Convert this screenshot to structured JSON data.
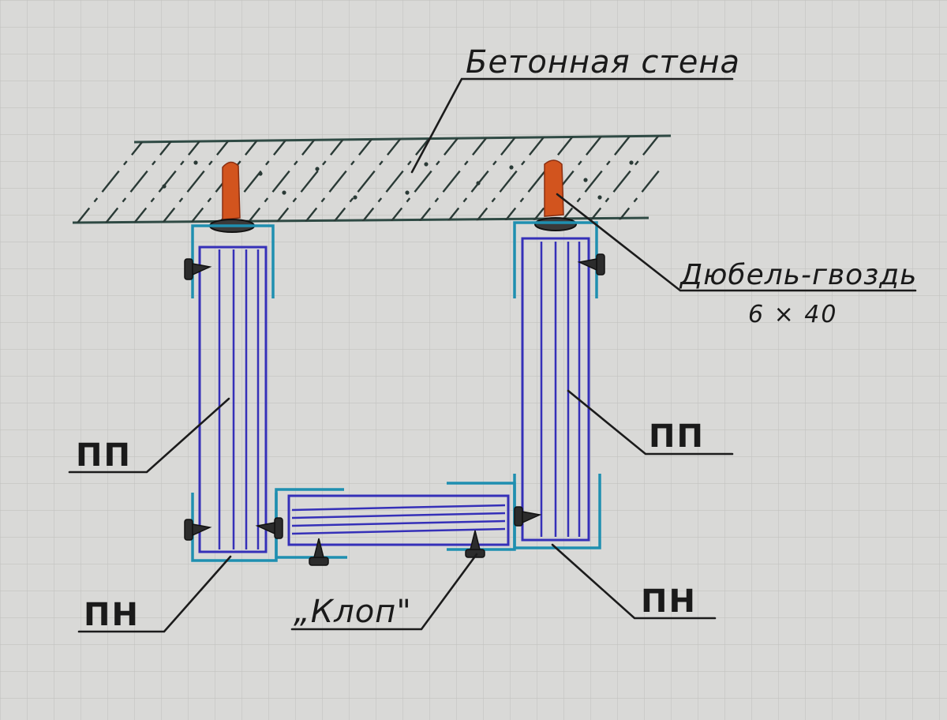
{
  "labels": {
    "wall": "Бетонная стена",
    "dowel": "Дюбель-гвоздь",
    "dowel_size": "6 × 40",
    "pp_left": "ПП",
    "pp_right": "ПП",
    "pn_left": "ПН",
    "pn_right": "ПН",
    "clop": "„Клоп\""
  },
  "colors": {
    "paper": "#d9d9d7",
    "grid": "#c3c3c1",
    "wall_line": "#2f4a44",
    "hatch": "#2a3a36",
    "guide_profile": "#1f8fb0",
    "stud_profile": "#3530b8",
    "dowel": "#d2541e",
    "screw": "#2c2c2c",
    "ink": "#1a1a1a"
  }
}
